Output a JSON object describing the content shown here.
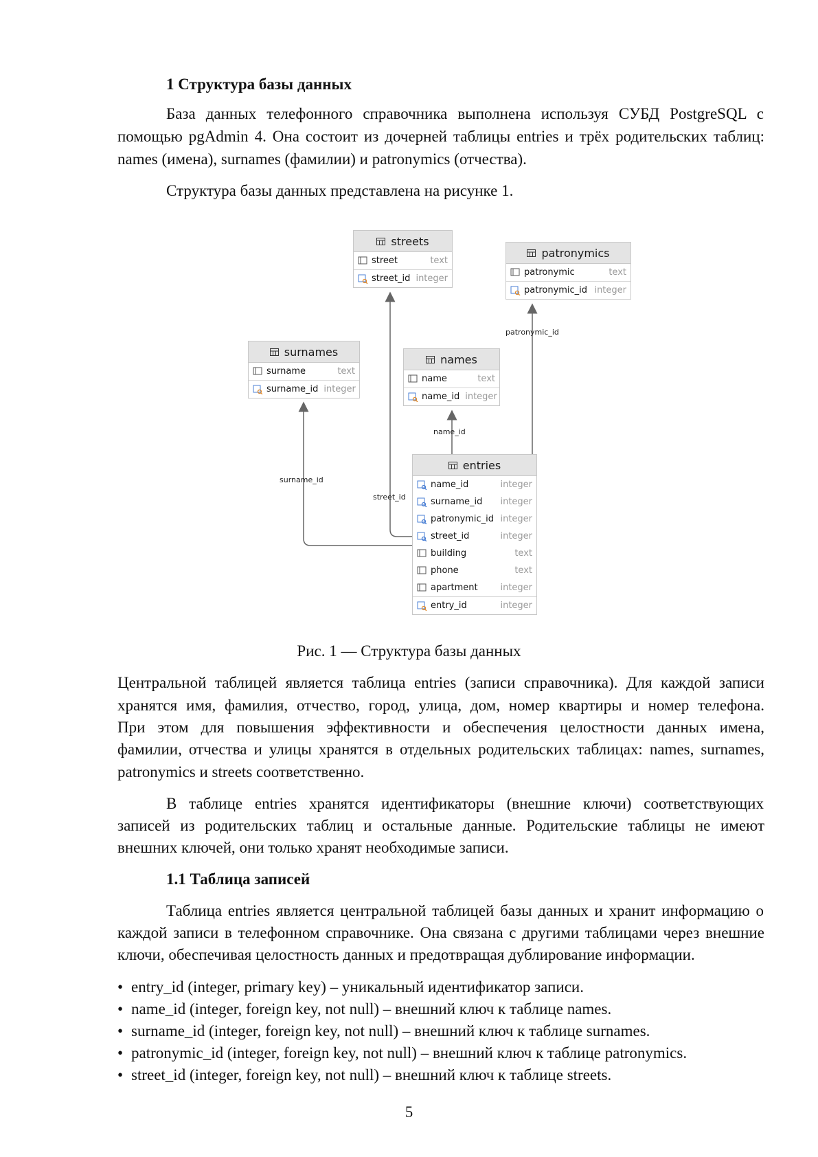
{
  "section": {
    "heading": "1 Структура базы данных",
    "p1_lines": [
      "База данных телефонного справочника выполнена используя СУБД PostgreSQL с",
      "помощью pgAdmin 4. Она состоит из дочерней таблицы entries и трёх родительских таблиц:",
      "names (имена), surnames (фамилии) и patronymics (отчества)."
    ],
    "p2": "Структура базы данных представлена на рисунке 1.",
    "caption": "Рис. 1 — Структура базы данных",
    "p3_lines": [
      "Центральной таблицей является таблица entries (записи справочника). Для каждой записи",
      "хранятся имя, фамилия, отчество, город, улица, дом, номер квартиры и номер телефона.",
      "При этом для повышения эффективности и обеспечения целостности данных имена,",
      "фамилии, отчества и улицы хранятся в отдельных родительских таблицах: names, surnames,",
      "patronymics и streets соответственно."
    ],
    "p4_lines": [
      "В таблице entries хранятся идентификаторы (внешние ключи) соответствующих",
      "записей из родительских таблиц и остальные данные. Родительские таблицы не имеют",
      "внешних ключей, они только хранят необходимые записи."
    ]
  },
  "subsection": {
    "heading": "1.1 Таблица записей",
    "p1_lines": [
      "Таблица entries является центральной таблицей базы данных и хранит информацию о",
      "каждой записи в телефонном справочнике. Она связана с другими таблицами через внешние",
      "ключи, обеспечивая целостность данных и предотвращая дублирование информации."
    ],
    "bullets": [
      "entry_id (integer, primary key) – уникальный идентификатор записи.",
      "name_id (integer, foreign key, not null) – внешний ключ к таблице names.",
      "surname_id (integer, foreign key, not null) – внешний ключ к таблице surnames.",
      "patronymic_id (integer, foreign key, not null) – внешний ключ к таблице patronymics.",
      "street_id (integer, foreign key, not null) – внешний ключ к таблице streets."
    ],
    "bullet_symbol": "•"
  },
  "page_number": "5",
  "diagram": {
    "colors": {
      "header_bg": "#e4e4e4",
      "border": "#c8c8c8",
      "type_text": "#9a9a9a",
      "line": "#666666",
      "key_orange": "#e08a2c",
      "key_blue": "#4a7fd4"
    },
    "tables": {
      "streets": {
        "title": "streets",
        "columns": [
          {
            "name": "street",
            "type": "text",
            "icon": "column-icon"
          },
          {
            "name": "street_id",
            "type": "integer",
            "icon": "key-icon"
          }
        ]
      },
      "patronymics": {
        "title": "patronymics",
        "columns": [
          {
            "name": "patronymic",
            "type": "text",
            "icon": "column-icon"
          },
          {
            "name": "patronymic_id",
            "type": "integer",
            "icon": "key-icon"
          }
        ]
      },
      "surnames": {
        "title": "surnames",
        "columns": [
          {
            "name": "surname",
            "type": "text",
            "icon": "column-icon"
          },
          {
            "name": "surname_id",
            "type": "integer",
            "icon": "key-icon"
          }
        ]
      },
      "names": {
        "title": "names",
        "columns": [
          {
            "name": "name",
            "type": "text",
            "icon": "column-icon"
          },
          {
            "name": "name_id",
            "type": "integer",
            "icon": "key-icon"
          }
        ]
      },
      "entries": {
        "title": "entries",
        "columns": [
          {
            "name": "name_id",
            "type": "integer",
            "icon": "foreign-key-icon"
          },
          {
            "name": "surname_id",
            "type": "integer",
            "icon": "foreign-key-icon"
          },
          {
            "name": "patronymic_id",
            "type": "integer",
            "icon": "foreign-key-icon"
          },
          {
            "name": "street_id",
            "type": "integer",
            "icon": "foreign-key-icon"
          },
          {
            "name": "building",
            "type": "text",
            "icon": "column-icon"
          },
          {
            "name": "phone",
            "type": "text",
            "icon": "column-icon"
          },
          {
            "name": "apartment",
            "type": "integer",
            "icon": "column-icon"
          },
          {
            "name": "entry_id",
            "type": "integer",
            "icon": "key-icon"
          }
        ]
      }
    },
    "relations": {
      "patronymic": "patronymic_id",
      "name": "name_id",
      "surname": "surname_id",
      "street": "street_id"
    }
  }
}
